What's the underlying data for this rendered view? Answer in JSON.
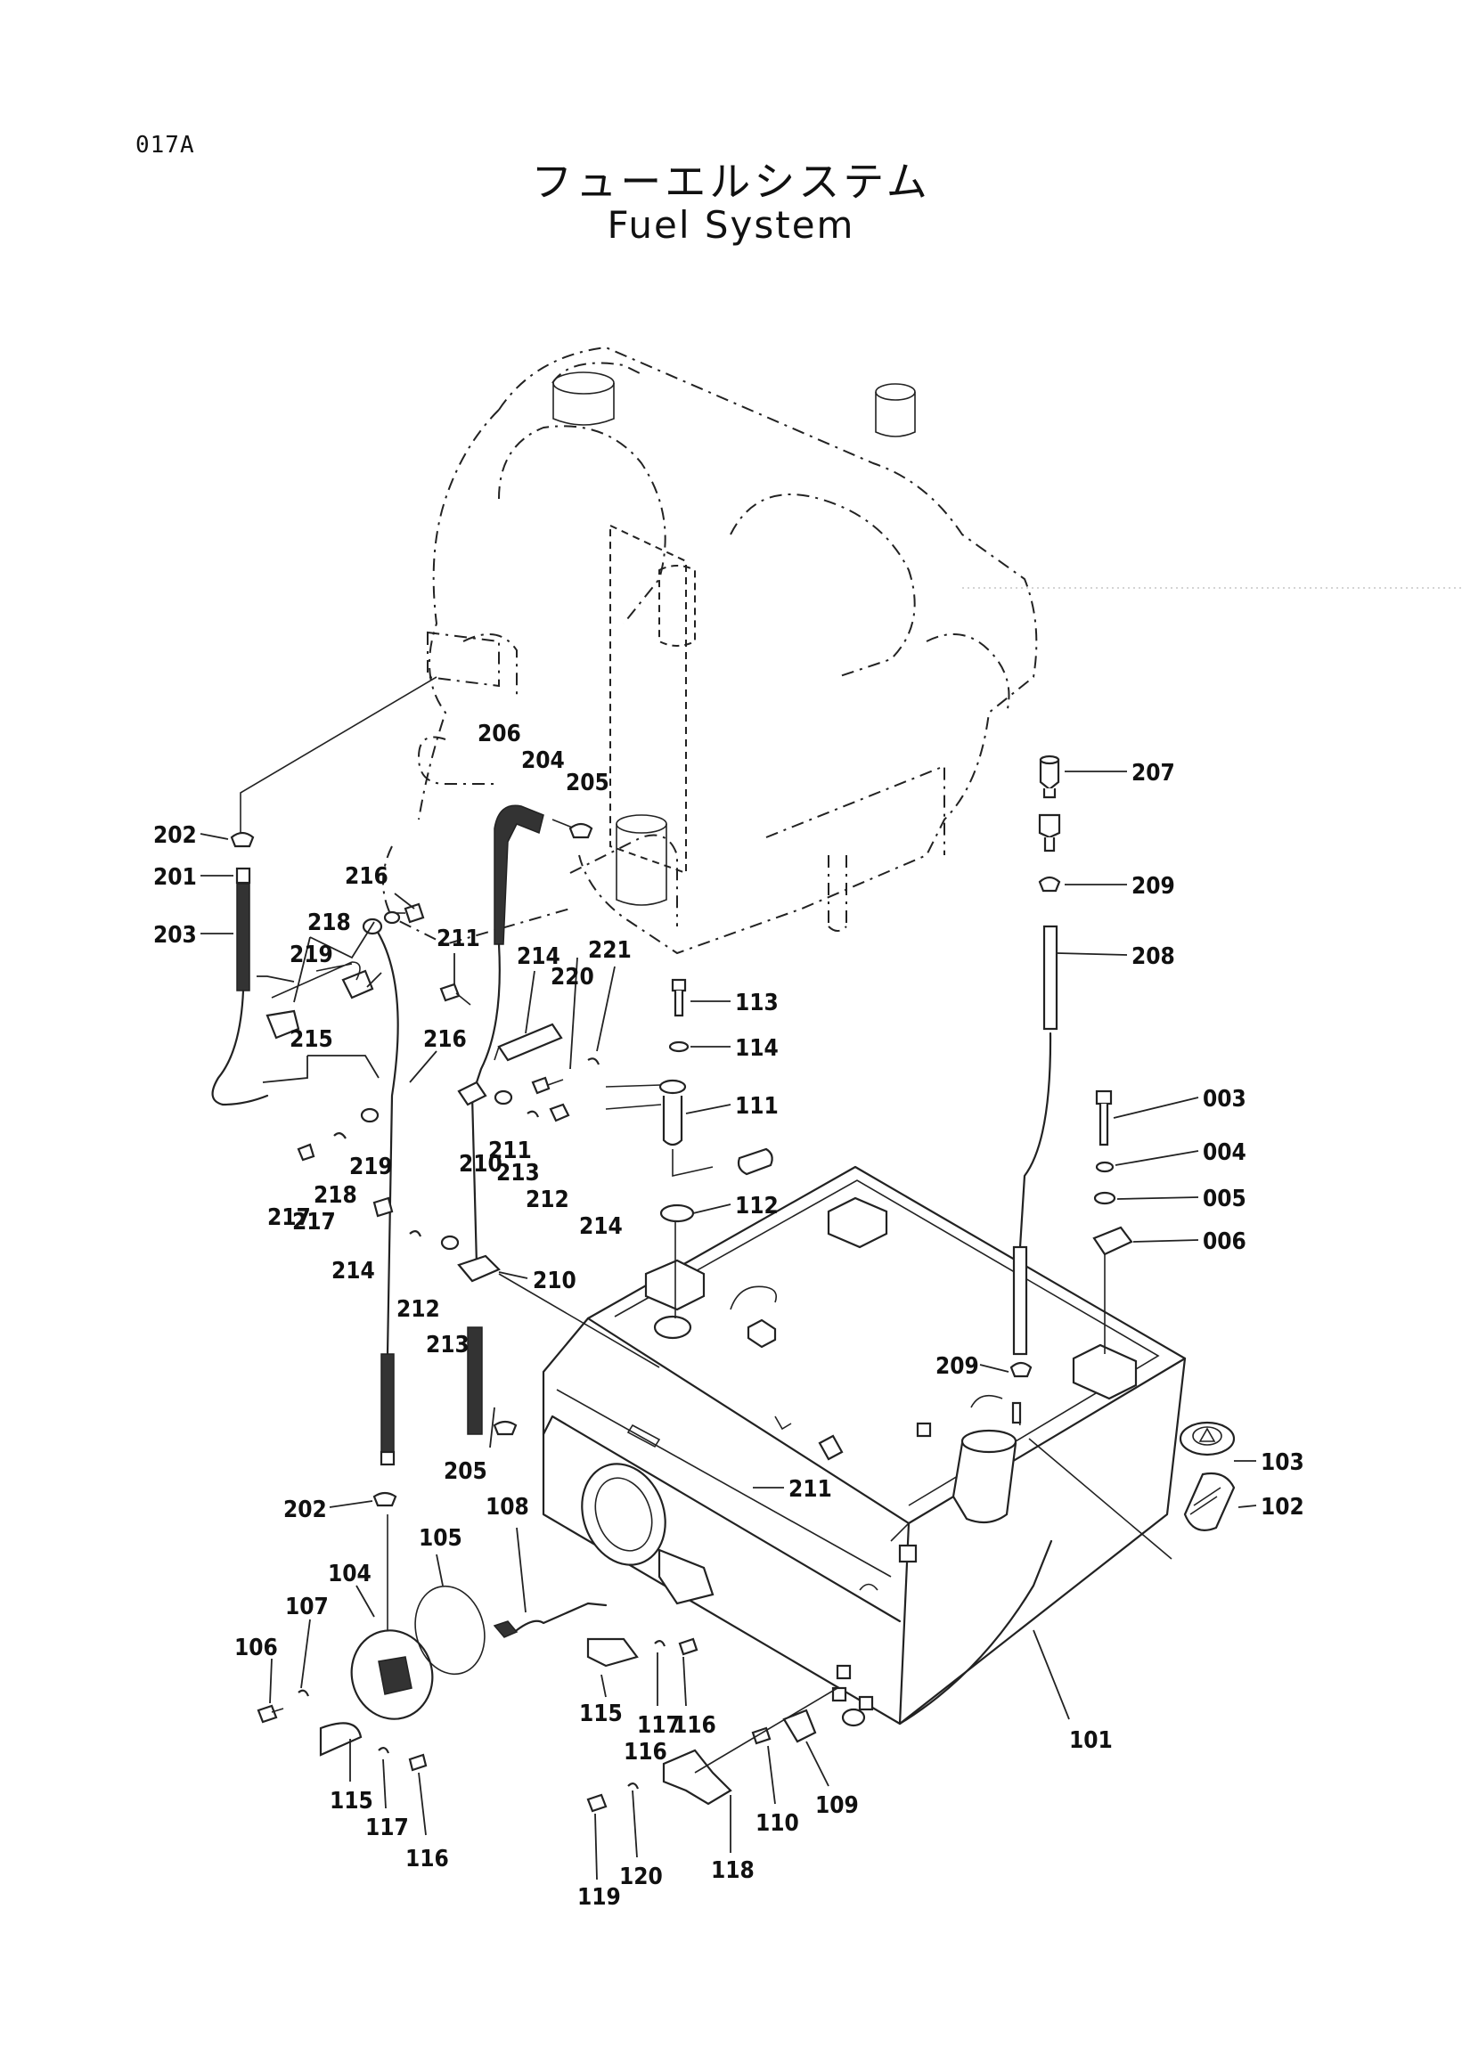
{
  "page_code": "017A",
  "title_jp": "フューエルシステム",
  "title_en": "Fuel System",
  "part_labels": [
    "003",
    "004",
    "005",
    "006",
    "101",
    "102",
    "103",
    "104",
    "105",
    "106",
    "107",
    "108",
    "109",
    "110",
    "111",
    "112",
    "113",
    "114",
    "115",
    "115",
    "116",
    "116",
    "116",
    "117",
    "117",
    "118",
    "119",
    "120",
    "201",
    "202",
    "202",
    "203",
    "204",
    "205",
    "205",
    "206",
    "207",
    "208",
    "209",
    "209",
    "210",
    "210",
    "211",
    "211",
    "211",
    "212",
    "212",
    "213",
    "213",
    "214",
    "214",
    "215",
    "216",
    "216",
    "217",
    "217",
    "218",
    "218",
    "219",
    "219",
    "220",
    "221"
  ]
}
